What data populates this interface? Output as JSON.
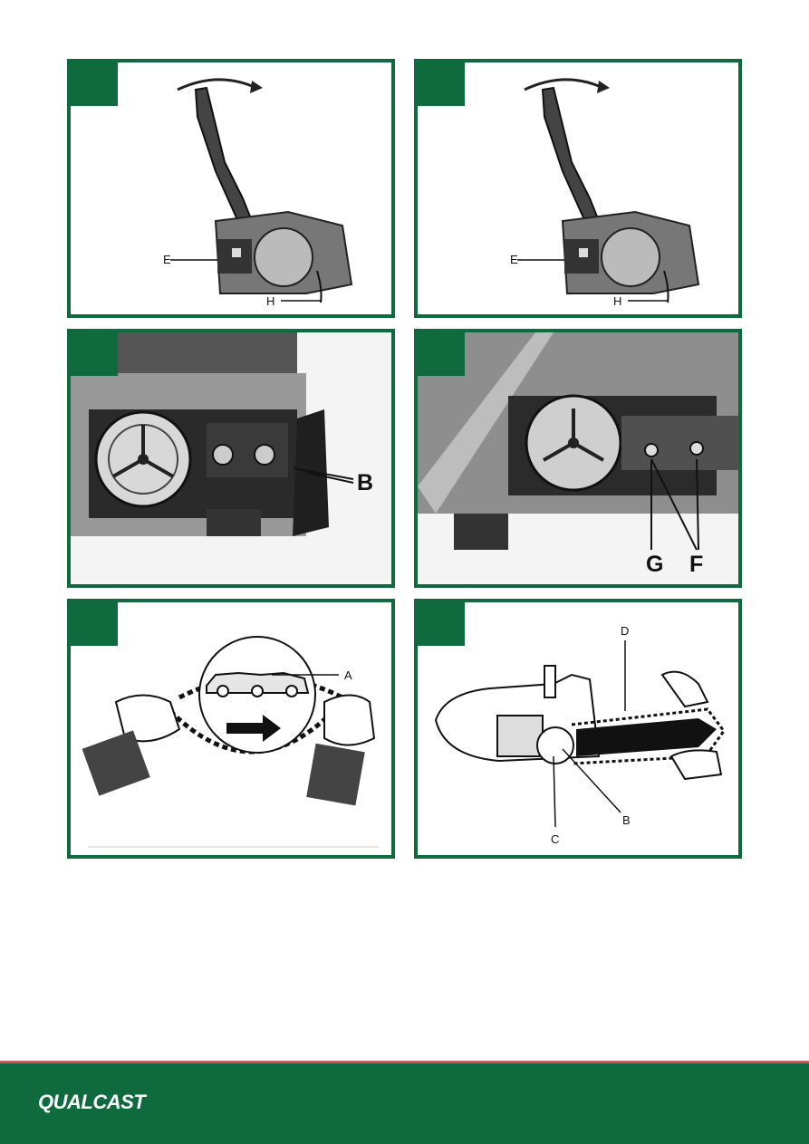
{
  "panels": {
    "p1": {
      "label_e": "E",
      "label_h": "H"
    },
    "p2": {
      "label_e": "E",
      "label_h": "H"
    },
    "p3": {
      "label_b": "B"
    },
    "p4": {
      "label_g": "G",
      "label_f": "F"
    },
    "p5": {
      "label_a": "A"
    },
    "p6": {
      "label_d": "D",
      "label_b": "B",
      "label_c": "C"
    }
  },
  "footer": {
    "brand": "QUALCAST"
  },
  "colors": {
    "brand_green": "#0f6a3e",
    "accent_red": "#d9534f"
  }
}
